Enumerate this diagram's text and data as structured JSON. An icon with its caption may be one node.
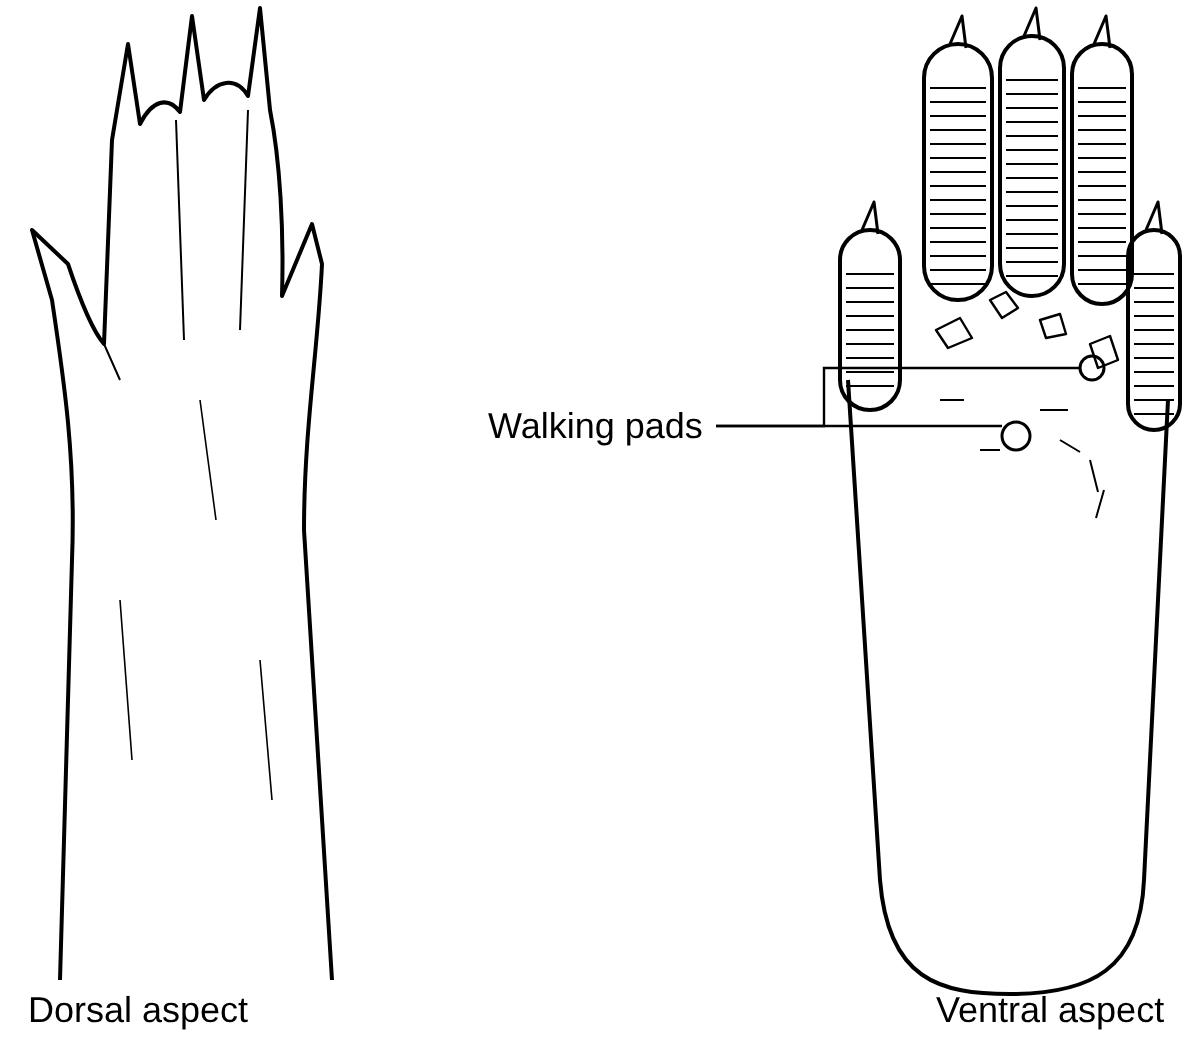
{
  "diagram": {
    "nodes": [
      {
        "text": [
          "Walking pads"
        ]
      },
      {
        "text": [],
        "shape": "circle"
      },
      {
        "text": [],
        "shape": "circle"
      }
    ],
    "edges": [
      {
        "from": 0,
        "to": 1,
        "arrow": "none"
      },
      {
        "from": 0,
        "to": 2,
        "arrow": "none"
      }
    ],
    "labels": [
      "Dorsal aspect",
      "Ventral aspect"
    ]
  }
}
